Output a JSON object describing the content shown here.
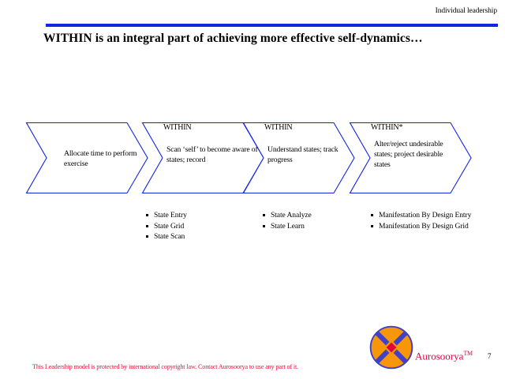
{
  "header": {
    "label": "Individual leadership",
    "rule_color": "#1124df"
  },
  "title": "WITHIN is an integral part of achieving more effective self-dynamics…",
  "process": {
    "stages": [
      {
        "heading": "",
        "body": "Allocate time to perform exercise",
        "bullets": []
      },
      {
        "heading": "WITHIN",
        "body": "Scan ‘self’ to become aware of states; record",
        "bullets": [
          "State Entry",
          "State Grid",
          "State Scan"
        ]
      },
      {
        "heading": "WITHIN",
        "body": "Understand states; track progress",
        "bullets": [
          "State Analyze",
          "State Learn"
        ]
      },
      {
        "heading": "WITHIN*",
        "body": "Alter/reject undesirable states; project desirable states",
        "bullets": [
          "Manifestation By Design Entry",
          "Manifestation By Design Grid"
        ]
      }
    ],
    "outline_color": "#1124df"
  },
  "footer": {
    "copyright": "This Leadership model is protected by international copyright law.  Contact Aurosoorya to use any part of it.",
    "copyright_color": "#ef0f3c",
    "brand_name": "Aurosoorya",
    "brand_tm": "TM",
    "brand_color": "#e4003c",
    "page_number": "7",
    "logo": {
      "circle_color": "#f79608",
      "band_color": "#4040c8",
      "center_color": "#e4003c"
    }
  }
}
